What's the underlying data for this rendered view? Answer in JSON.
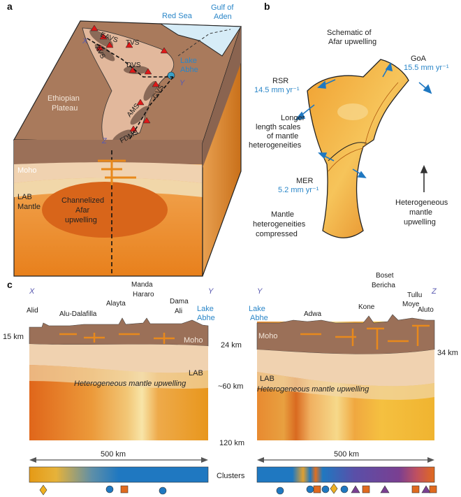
{
  "panels": {
    "a": "a",
    "b": "b",
    "c": "c"
  },
  "panel_a": {
    "red_sea": "Red Sea",
    "gulf_of_aden_1": "Gulf of",
    "gulf_of_aden_2": "Aden",
    "lake_abhe_1": "Lake",
    "lake_abhe_2": "Abhe",
    "ethiopian_1": "Ethiopian",
    "ethiopian_2": "Plateau",
    "eavs": "EAVS",
    "avs": "AVS",
    "tvs": "TVS",
    "dvs": "DVS",
    "gvs": "GVS",
    "ams": "AMS",
    "fdms": "FDMS",
    "x": "X",
    "y": "Y",
    "z": "Z",
    "moho": "Moho",
    "lab": "LAB",
    "mantle": "Mantle",
    "channel_1": "Channelized",
    "channel_2": "Afar",
    "channel_3": "upwelling"
  },
  "panel_b": {
    "title_1": "Schematic of",
    "title_2": "Afar upwelling",
    "goa": "GoA",
    "goa_rate": "15.5 mm yr⁻¹",
    "rsr": "RSR",
    "rsr_rate": "14.5 mm yr⁻¹",
    "longer_1": "Longer",
    "longer_2": "length scales",
    "longer_3": "of mantle",
    "longer_4": "heterogeneities",
    "mer": "MER",
    "mer_rate": "5.2 mm yr⁻¹",
    "het_1": "Heterogeneous",
    "het_2": "mantle",
    "het_3": "upwelling",
    "comp_1": "Mantle",
    "comp_2": "heterogeneities",
    "comp_3": "compressed"
  },
  "panel_c": {
    "left": {
      "x": "X",
      "y": "Y",
      "volcanoes": [
        "Alid",
        "Alu-Dalafilla",
        "Alayta",
        "Manda",
        "Hararo",
        "Dama",
        "Ali",
        "Lake",
        "Abhe"
      ],
      "moho": "Moho",
      "lab": "LAB",
      "upwelling": "Heterogeneous mantle upwelling",
      "depth_15": "15 km",
      "scale": "500 km"
    },
    "right": {
      "y": "Y",
      "z": "Z",
      "volcanoes": [
        "Lake",
        "Abhe",
        "Adwa",
        "Kone",
        "Boset",
        "Bericha",
        "Tullu",
        "Moye",
        "Aluto"
      ],
      "moho": "Moho",
      "lab": "LAB",
      "upwelling": "Heterogeneous mantle upwelling",
      "depth_34": "34 km",
      "scale": "500 km"
    },
    "depths": [
      "24 km",
      "~60 km",
      "120 km"
    ],
    "clusters": "Clusters"
  },
  "colors": {
    "red_sea": "#d6ecf7",
    "plateau": "#a97a5c",
    "rift": "#e2b89c",
    "mantle": "#e8841e",
    "lab": "#f1d7a9",
    "cluster_blue": "#1f78c1",
    "cluster_purple": "#7a3f91",
    "marker_orange": "#e06a1e",
    "marker_yellow": "#f0b020"
  }
}
